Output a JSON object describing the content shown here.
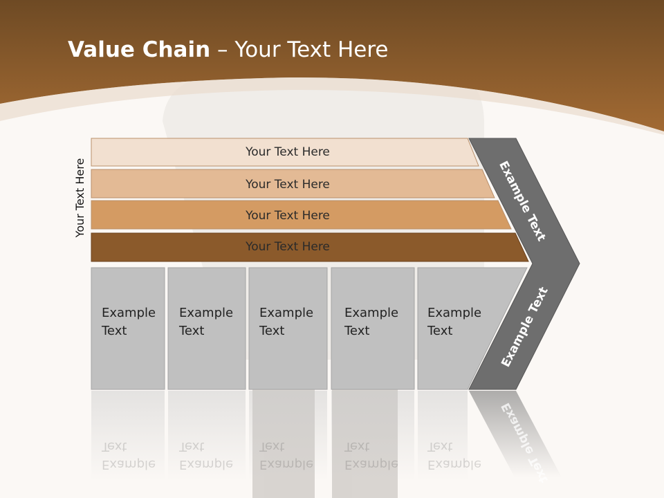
{
  "title": {
    "strong": "Value Chain",
    "rest": " – Your Text Here"
  },
  "side_label": "Your Text Here",
  "bars": [
    {
      "label": "Your Text Here",
      "color": "#f2e0d0"
    },
    {
      "label": "Your Text Here",
      "color": "#e3ba95"
    },
    {
      "label": "Your Text Here",
      "color": "#d49b63"
    },
    {
      "label": "Your Text Here",
      "color": "#8b5a2b"
    }
  ],
  "columns": [
    {
      "line1": "Example",
      "line2": "Text"
    },
    {
      "line1": "Example",
      "line2": "Text"
    },
    {
      "line1": "Example",
      "line2": "Text"
    },
    {
      "line1": "Example",
      "line2": "Text"
    },
    {
      "line1": "Example",
      "line2": "Text"
    }
  ],
  "chevron": {
    "top_label": "Example Text",
    "bottom_label": "Example Text",
    "color": "#6e6e6e"
  },
  "colors": {
    "header": "#93602d",
    "column_fill": "#c0c0c0",
    "background": "#fbf8f5"
  }
}
